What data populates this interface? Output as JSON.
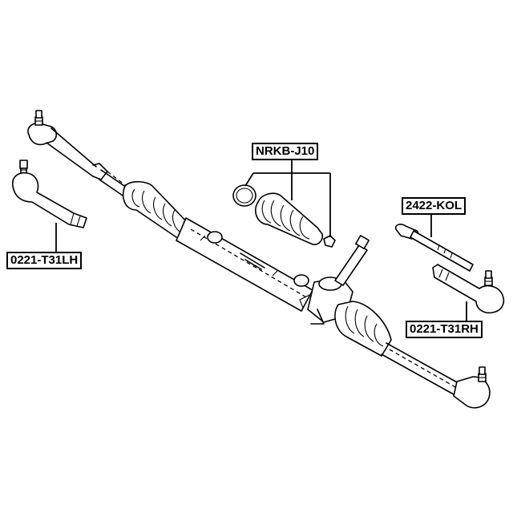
{
  "labels": {
    "nrkb": "NRKB-J10",
    "inner_tie_rod": "2422-KOL",
    "tie_rod_end_lh": "0221-T31LH",
    "tie_rod_end_rh": "0221-T31RH"
  },
  "colors": {
    "ink": "#000000",
    "background": "#ffffff"
  }
}
